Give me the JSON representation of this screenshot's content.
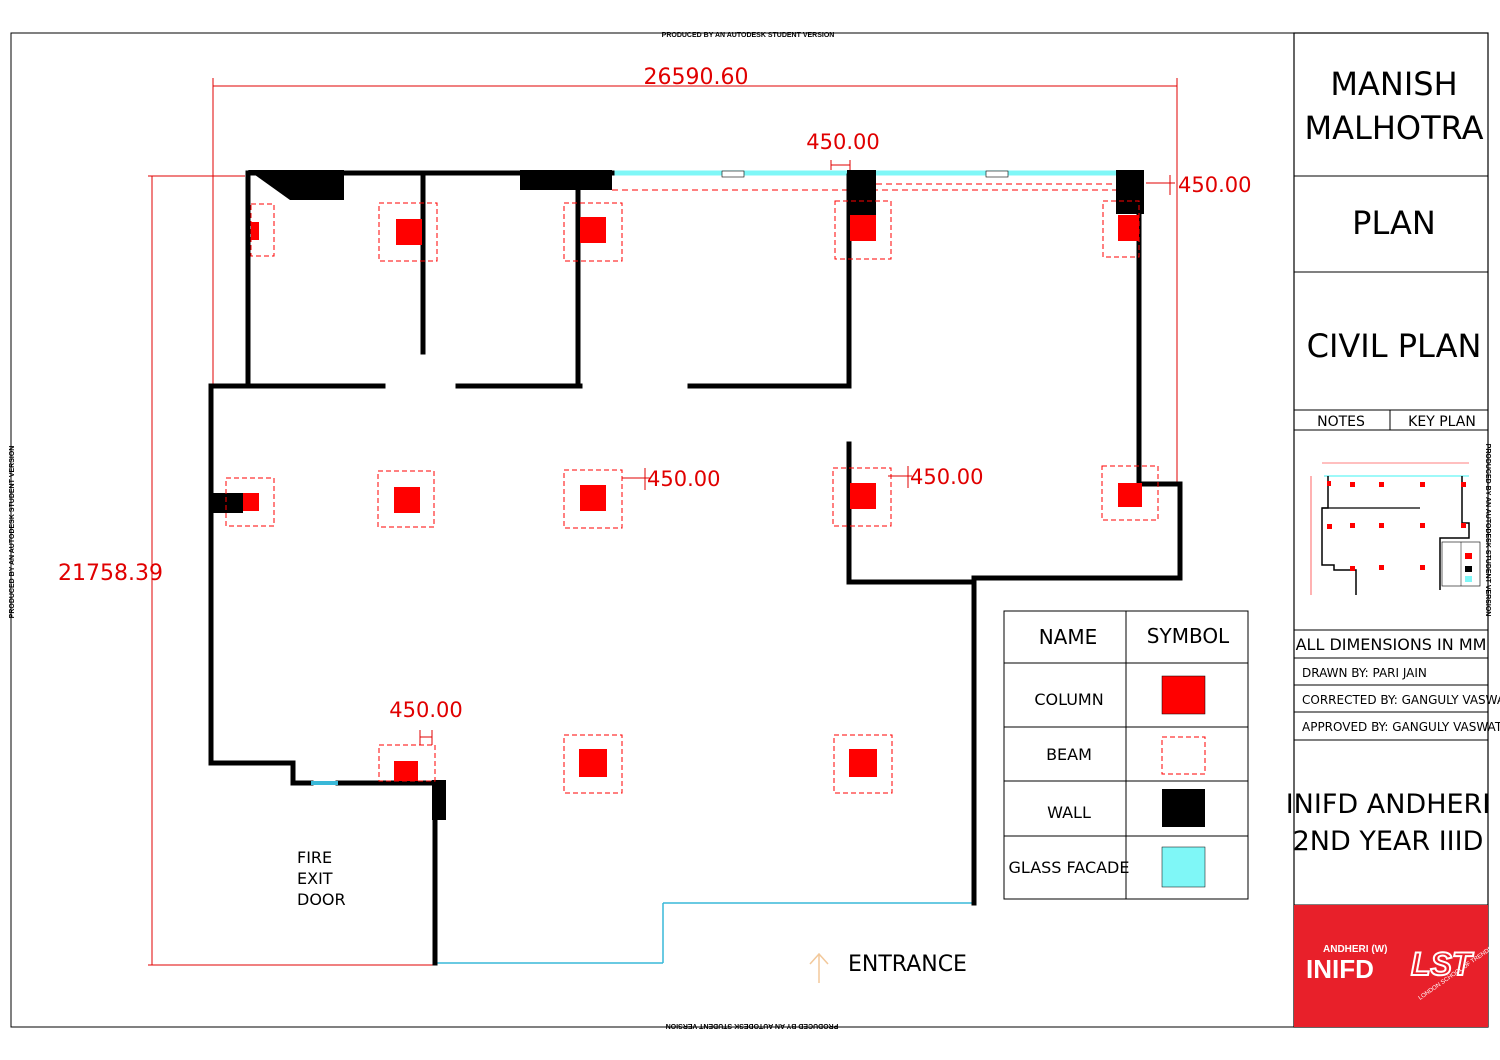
{
  "watermark": "PRODUCED BY AN AUTODESK STUDENT VERSION",
  "title_block": {
    "client_line1": "MANISH",
    "client_line2": "MALHOTRA",
    "sheet": "PLAN",
    "drawing": "CIVIL PLAN",
    "notes_label": "NOTES",
    "keyplan_label": "KEY PLAN",
    "units_note": "ALL DIMENSIONS IN MM",
    "drawn_by": "DRAWN BY: PARI JAIN",
    "corrected_by": "CORRECTED BY: GANGULY VASWATI",
    "approved_by": "APPROVED BY: GANGULY VASWATI",
    "institute_line1": "INIFD ANDHERI",
    "institute_line2": "2ND YEAR IIID",
    "logo_small": "ANDHERI (W)",
    "logo_main": "INIFD",
    "logo_lst": "LST",
    "logo_lst_sub": "LONDON SCHOOL OF TRENDS"
  },
  "dimensions": {
    "overall_width": "26590.60",
    "overall_height": "21758.39",
    "column_top": "450.00",
    "column_top_right": "450.00",
    "column_mid_1": "450.00",
    "column_mid_2": "450.00",
    "column_bottom": "450.00"
  },
  "labels": {
    "fire_exit_1": "FIRE",
    "fire_exit_2": "EXIT",
    "fire_exit_3": "DOOR",
    "entrance": "ENTRANCE"
  },
  "legend": {
    "header_name": "NAME",
    "header_symbol": "SYMBOL",
    "items": [
      {
        "name": "COLUMN",
        "symbol": "column-solid",
        "color": "#ff0000"
      },
      {
        "name": "BEAM",
        "symbol": "beam-dashed",
        "color": "#ff0000"
      },
      {
        "name": "WALL",
        "symbol": "wall-solid",
        "color": "#000000"
      },
      {
        "name": "GLASS FACADE",
        "symbol": "glass-fill",
        "color": "#7ff7f7"
      }
    ]
  },
  "colors": {
    "column": "#ff0000",
    "wall": "#000000",
    "glass": "#7ff7f7",
    "dimension": "#e00000",
    "title_logo_bg": "#e8202a"
  }
}
